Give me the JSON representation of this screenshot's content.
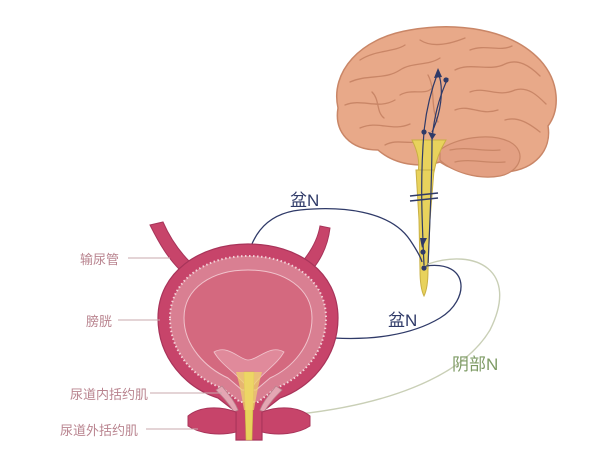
{
  "labels": {
    "ureter": "输尿管",
    "bladder": "膀胱",
    "internal_sphincter": "尿道内括约肌",
    "external_sphincter": "尿道外括约肌",
    "pelvic_nerve_top": "盆N",
    "pelvic_nerve_bottom": "盆N",
    "pudendal_nerve": "阴部N"
  },
  "colors": {
    "brain": "#e8a989",
    "brain_fold": "#c98667",
    "spinal_cord": "#e8d25c",
    "bladder_wall": "#c7446a",
    "bladder_inner": "#d97f92",
    "urine_lumen": "#d4697f",
    "pelvic_nerve": "#2f3a68",
    "pudendal_nerve": "#c9cfb6",
    "label_organ": "#b9848f",
    "label_pudendal": "#7e9b65"
  }
}
